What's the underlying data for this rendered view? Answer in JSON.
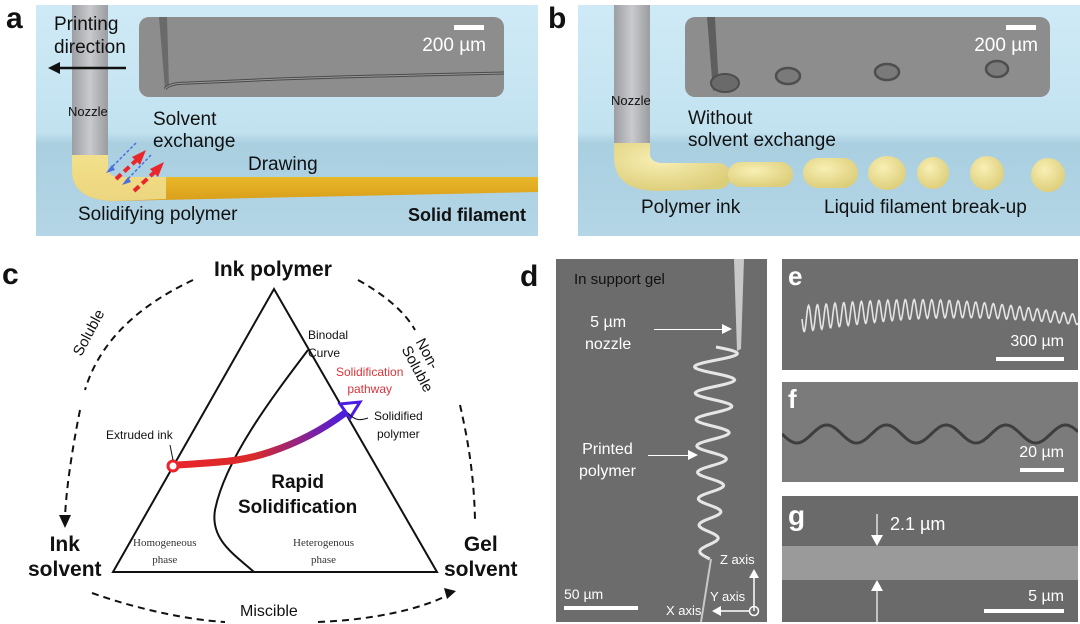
{
  "panels": {
    "a": {
      "label": "a",
      "printing_direction": [
        "Printing",
        "direction"
      ],
      "inset_scale": "200 µm",
      "nozzle": "Nozzle",
      "solvent_exchange": [
        "Solvent",
        "exchange"
      ],
      "drawing": "Drawing",
      "solidifying_polymer": "Solidifying polymer",
      "solid_filament": "Solid filament"
    },
    "b": {
      "label": "b",
      "inset_scale": "200 µm",
      "nozzle": "Nozzle",
      "without_exchange": [
        "Without",
        "solvent exchange"
      ],
      "polymer_ink": "Polymer ink",
      "breakup": "Liquid filament break-up"
    },
    "c": {
      "label": "c",
      "top": "Ink polymer",
      "left": [
        "Ink",
        "solvent"
      ],
      "right": [
        "Gel",
        "solvent"
      ],
      "soluble": "Soluble",
      "non_soluble": [
        "Non-",
        "Soluble"
      ],
      "miscible": "Miscible",
      "binodal": [
        "Binodal",
        "Curve"
      ],
      "pathway": [
        "Solidification",
        "pathway"
      ],
      "solidified": [
        "Solidified",
        "polymer"
      ],
      "extruded": "Extruded ink",
      "rapid": [
        "Rapid",
        "Solidification"
      ],
      "homogeneous": [
        "Homogeneous",
        "phase"
      ],
      "heterogenous": [
        "Heterogenous",
        "phase"
      ],
      "colors": {
        "path_start": "#e8262b",
        "path_end": "#4a1de0",
        "pathway_text": "#d9343a"
      }
    },
    "d": {
      "label": "d",
      "title": "In support gel",
      "nozzle": [
        "5 µm",
        "nozzle"
      ],
      "printed": [
        "Printed",
        "polymer"
      ],
      "scale": "50 µm",
      "z_axis": "Z axis",
      "y_axis": "Y axis",
      "x_axis": "X axis"
    },
    "e": {
      "label": "e",
      "scale": "300 µm"
    },
    "f": {
      "label": "f",
      "scale": "20 µm"
    },
    "g": {
      "label": "g",
      "width": "2.1 µm",
      "scale": "5 µm"
    }
  }
}
